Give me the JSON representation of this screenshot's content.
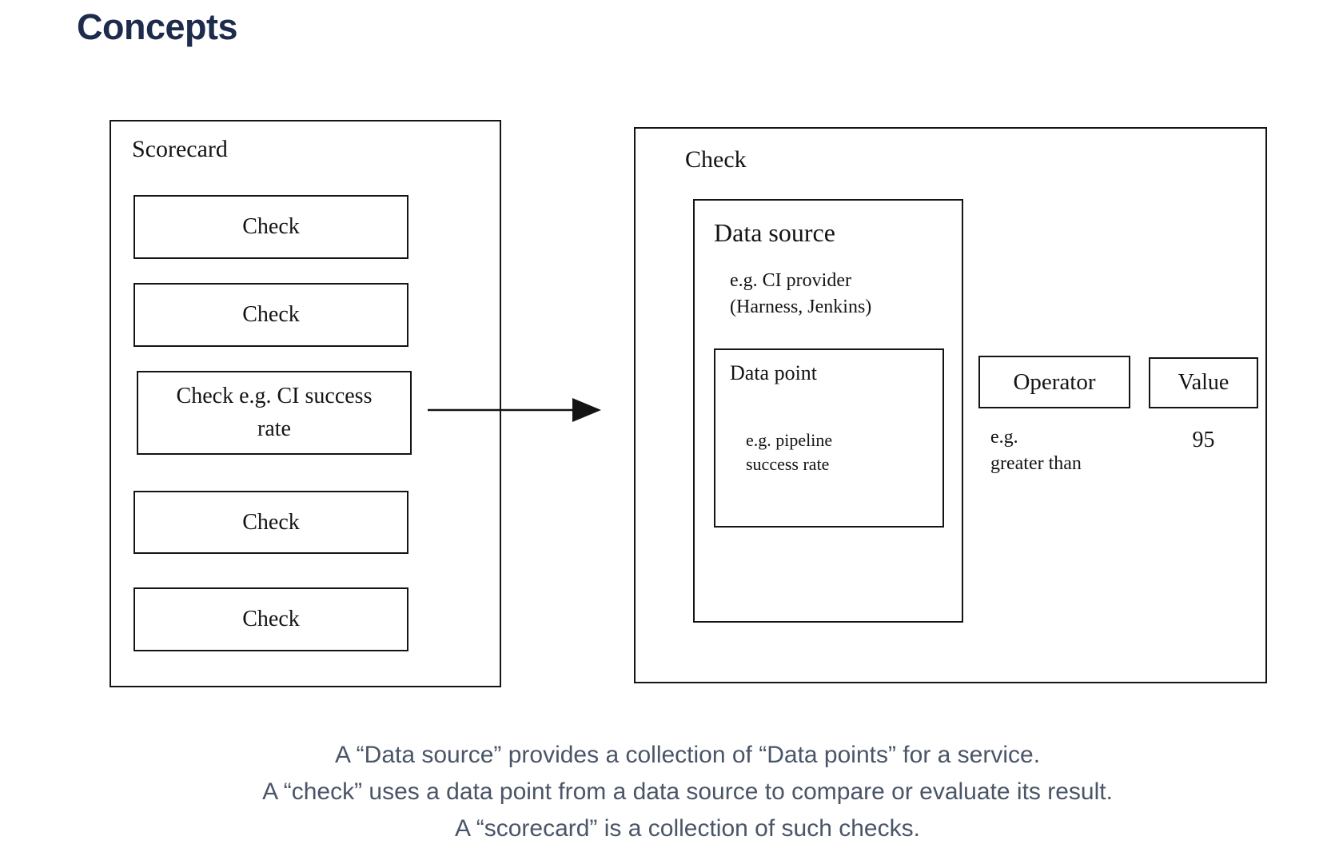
{
  "page": {
    "title": "Concepts"
  },
  "colors": {
    "title_text": "#1d2b4d",
    "caption_text": "#4a5568",
    "diagram_ink": "#141414",
    "background": "#ffffff"
  },
  "scorecard": {
    "label": "Scorecard",
    "checks": [
      "Check",
      "Check",
      "Check e.g. CI success rate",
      "Check",
      "Check"
    ]
  },
  "check_panel": {
    "label": "Check",
    "data_source": {
      "label": "Data source",
      "example_line1": "e.g. CI provider",
      "example_line2": "(Harness, Jenkins)",
      "data_point": {
        "label": "Data point",
        "example_line1": "e.g. pipeline",
        "example_line2": "success rate"
      }
    },
    "operator": {
      "label": "Operator",
      "example_line1": "e.g.",
      "example_line2": "greater than"
    },
    "value": {
      "label": "Value",
      "example": "95"
    }
  },
  "caption": {
    "line1": "A “Data source” provides a collection of “Data points” for a service.",
    "line2": "A “check” uses a data point from a data source to compare or evaluate its result.",
    "line3": "A “scorecard” is a collection of such checks."
  }
}
